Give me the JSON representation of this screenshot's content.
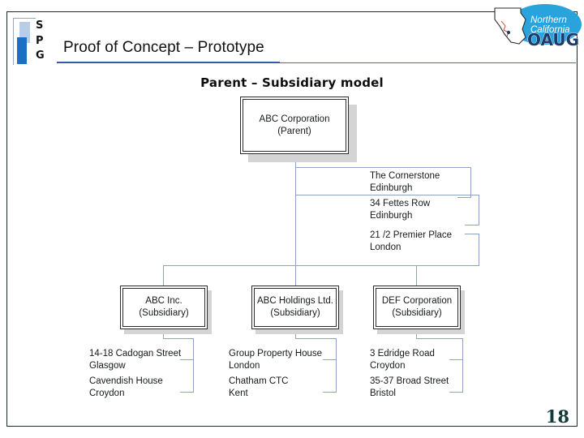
{
  "slide": {
    "title": "Proof of Concept – Prototype",
    "chart_heading": "Parent – Subsidiary model",
    "page_number": "18",
    "accent_rule_color": "#2d5fa8",
    "connector_color": "#8ba4c4",
    "page_number_color": "#133b38"
  },
  "logos": {
    "spg": {
      "letters": "S\nP\nG",
      "letter_1": "S",
      "letter_2": "P",
      "letter_3": "G",
      "bar_light_color": "#b8cde6",
      "bar_dark_color": "#1b6fc4"
    },
    "oaug": {
      "line1": "Northern",
      "line2": "California",
      "line3": "OAUG",
      "ellipse_color": "#29a3dc"
    }
  },
  "org_chart": {
    "parent": {
      "name": "ABC Corporation",
      "role": "(Parent)",
      "addresses": [
        {
          "street": "The Cornerstone",
          "city": "Edinburgh"
        },
        {
          "street": "34 Fettes Row",
          "city": "Edinburgh"
        },
        {
          "street": "21 /2 Premier Place",
          "city": "London"
        }
      ]
    },
    "subsidiaries": [
      {
        "name": "ABC Inc.",
        "role": "(Subsidiary)",
        "addresses": [
          {
            "street": "14-18 Cadogan Street",
            "city": "Glasgow"
          },
          {
            "street": "Cavendish House",
            "city": "Croydon"
          }
        ]
      },
      {
        "name": "ABC Holdings Ltd.",
        "role": "(Subsidiary)",
        "addresses": [
          {
            "street": "Group Property House",
            "city": "London"
          },
          {
            "street": "Chatham CTC",
            "city": "Kent"
          }
        ]
      },
      {
        "name": "DEF Corporation",
        "role": "(Subsidiary)",
        "addresses": [
          {
            "street": "3 Edridge Road",
            "city": "Croydon"
          },
          {
            "street": "35-37 Broad Street",
            "city": "Bristol"
          }
        ]
      }
    ]
  }
}
